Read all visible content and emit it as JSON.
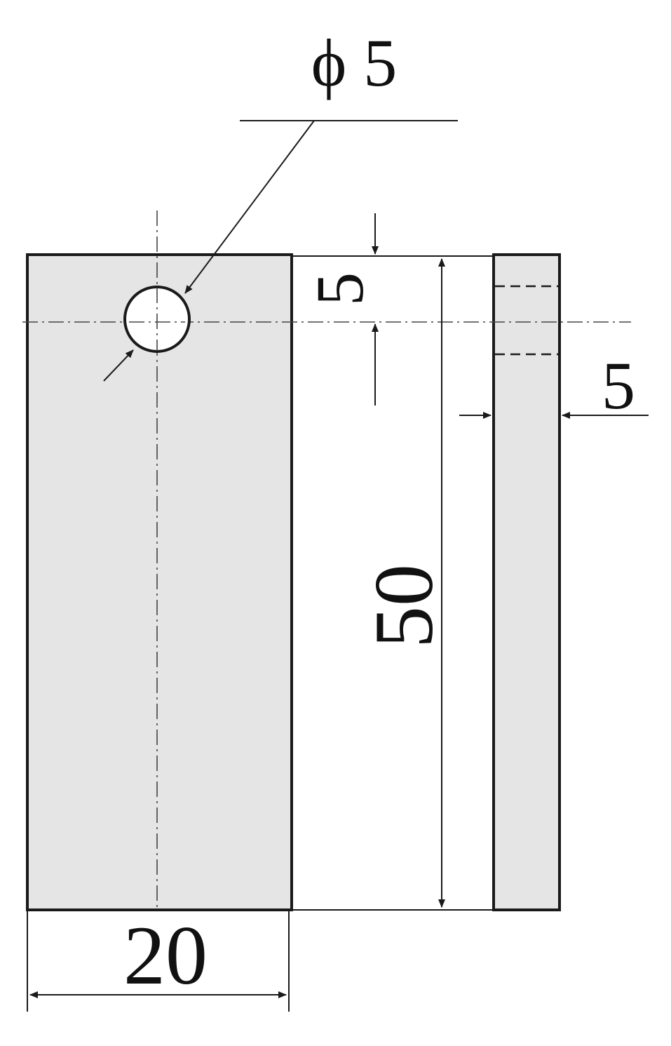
{
  "drawing": {
    "colors": {
      "part_fill": "#e5e5e5",
      "line": "#1a1a1a",
      "background": "#ffffff"
    },
    "dimensions": {
      "hole_diameter": "ϕ 5",
      "hole_offset": "5",
      "height": "50",
      "thickness": "5",
      "width": "20"
    }
  }
}
